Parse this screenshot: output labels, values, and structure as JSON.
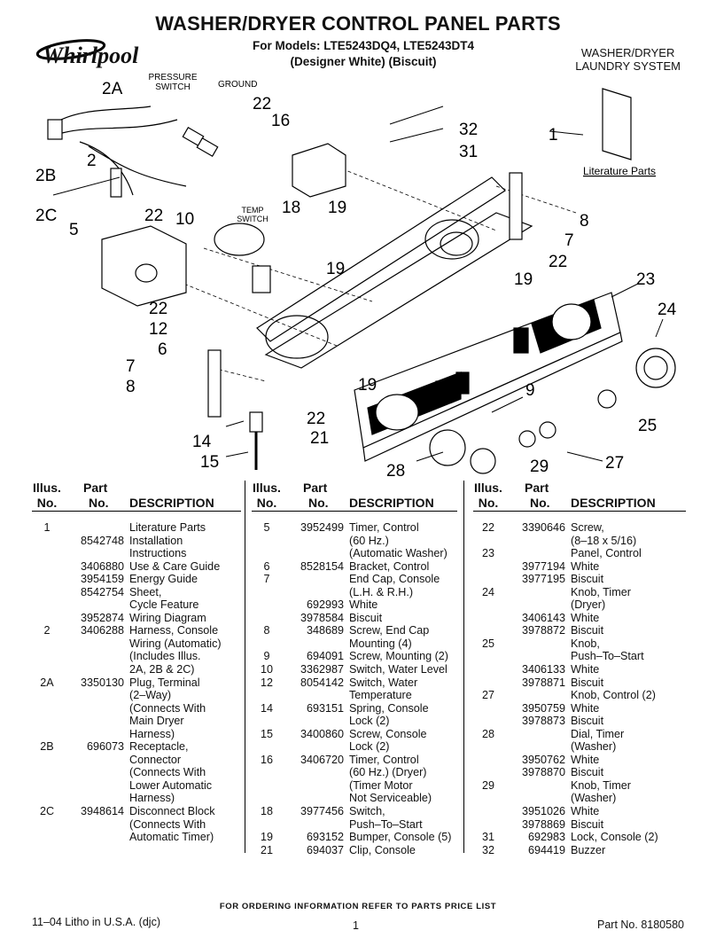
{
  "header": {
    "brand": "Whirlpool",
    "title": "WASHER/DRYER CONTROL PANEL PARTS",
    "models_line": "For Models: LTE5243DQ4, LTE5243DT4",
    "colors_line": "(Designer White)  (Biscuit)",
    "system_line1": "WASHER/DRYER",
    "system_line2": "LAUNDRY SYSTEM"
  },
  "diagram": {
    "labels": {
      "pressure_switch_1": "PRESSURE",
      "pressure_switch_2": "SWITCH",
      "ground": "GROUND",
      "temp_switch_1": "TEMP",
      "temp_switch_2": "SWITCH",
      "literature_parts": "Literature Parts"
    },
    "callouts": [
      "2A",
      "2",
      "2B",
      "2C",
      "5",
      "22",
      "10",
      "16",
      "22",
      "32",
      "31",
      "1",
      "18",
      "19",
      "8",
      "7",
      "22",
      "19",
      "19",
      "23",
      "24",
      "22",
      "12",
      "6",
      "7",
      "8",
      "19",
      "9",
      "22",
      "21",
      "25",
      "14",
      "15",
      "27",
      "28",
      "29"
    ]
  },
  "table": {
    "headers": {
      "illus1": "Illus.",
      "illus2": "No.",
      "part1": "Part",
      "part2": "No.",
      "desc": "DESCRIPTION"
    },
    "columns": [
      [
        {
          "illus": "1",
          "part": "",
          "desc": "Literature Parts"
        },
        {
          "illus": "",
          "part": "8542748",
          "desc": "Installation"
        },
        {
          "illus": "",
          "part": "",
          "desc": "Instructions"
        },
        {
          "illus": "",
          "part": "3406880",
          "desc": "Use & Care Guide"
        },
        {
          "illus": "",
          "part": "3954159",
          "desc": "Energy Guide"
        },
        {
          "illus": "",
          "part": "8542754",
          "desc": "Sheet,"
        },
        {
          "illus": "",
          "part": "",
          "desc": "Cycle Feature"
        },
        {
          "illus": "",
          "part": "3952874",
          "desc": "Wiring Diagram"
        },
        {
          "illus": "2",
          "part": "3406288",
          "desc": "Harness, Console"
        },
        {
          "illus": "",
          "part": "",
          "desc": "Wiring (Automatic)"
        },
        {
          "illus": "",
          "part": "",
          "desc": "(Includes Illus."
        },
        {
          "illus": "",
          "part": "",
          "desc": "2A, 2B & 2C)"
        },
        {
          "illus": "2A",
          "part": "3350130",
          "desc": "Plug, Terminal"
        },
        {
          "illus": "",
          "part": "",
          "desc": "(2–Way)"
        },
        {
          "illus": "",
          "part": "",
          "desc": "(Connects With"
        },
        {
          "illus": "",
          "part": "",
          "desc": "Main Dryer"
        },
        {
          "illus": "",
          "part": "",
          "desc": "Harness)"
        },
        {
          "illus": "2B",
          "part": "696073",
          "desc": "Receptacle,"
        },
        {
          "illus": "",
          "part": "",
          "desc": "Connector"
        },
        {
          "illus": "",
          "part": "",
          "desc": "(Connects With"
        },
        {
          "illus": "",
          "part": "",
          "desc": "Lower Automatic"
        },
        {
          "illus": "",
          "part": "",
          "desc": "Harness)"
        },
        {
          "illus": "2C",
          "part": "3948614",
          "desc": "Disconnect Block"
        },
        {
          "illus": "",
          "part": "",
          "desc": "(Connects With"
        },
        {
          "illus": "",
          "part": "",
          "desc": "Automatic Timer)"
        }
      ],
      [
        {
          "illus": "5",
          "part": "3952499",
          "desc": "Timer, Control"
        },
        {
          "illus": "",
          "part": "",
          "desc": "(60 Hz.)"
        },
        {
          "illus": "",
          "part": "",
          "desc": "(Automatic Washer)"
        },
        {
          "illus": "6",
          "part": "8528154",
          "desc": "Bracket, Control"
        },
        {
          "illus": "7",
          "part": "",
          "desc": "End Cap, Console"
        },
        {
          "illus": "",
          "part": "",
          "desc": "(L.H. & R.H.)"
        },
        {
          "illus": "",
          "part": "692993",
          "desc": "White"
        },
        {
          "illus": "",
          "part": "3978584",
          "desc": "Biscuit"
        },
        {
          "illus": "8",
          "part": "348689",
          "desc": "Screw, End Cap"
        },
        {
          "illus": "",
          "part": "",
          "desc": "Mounting (4)"
        },
        {
          "illus": "9",
          "part": "694091",
          "desc": "Screw, Mounting (2)"
        },
        {
          "illus": "10",
          "part": "3362987",
          "desc": "Switch, Water Level"
        },
        {
          "illus": "12",
          "part": "8054142",
          "desc": "Switch, Water"
        },
        {
          "illus": "",
          "part": "",
          "desc": "Temperature"
        },
        {
          "illus": "14",
          "part": "693151",
          "desc": "Spring, Console"
        },
        {
          "illus": "",
          "part": "",
          "desc": "Lock (2)"
        },
        {
          "illus": "15",
          "part": "3400860",
          "desc": "Screw, Console"
        },
        {
          "illus": "",
          "part": "",
          "desc": "Lock (2)"
        },
        {
          "illus": "16",
          "part": "3406720",
          "desc": "Timer, Control"
        },
        {
          "illus": "",
          "part": "",
          "desc": "(60 Hz.) (Dryer)"
        },
        {
          "illus": "",
          "part": "",
          "desc": "(Timer Motor"
        },
        {
          "illus": "",
          "part": "",
          "desc": "Not Serviceable)"
        },
        {
          "illus": "18",
          "part": "3977456",
          "desc": "Switch,"
        },
        {
          "illus": "",
          "part": "",
          "desc": "Push–To–Start"
        },
        {
          "illus": "19",
          "part": "693152",
          "desc": "Bumper, Console (5)"
        },
        {
          "illus": "21",
          "part": "694037",
          "desc": "Clip, Console"
        }
      ],
      [
        {
          "illus": "22",
          "part": "3390646",
          "desc": "Screw,"
        },
        {
          "illus": "",
          "part": "",
          "desc": "(8–18 x 5/16)"
        },
        {
          "illus": "23",
          "part": "",
          "desc": "Panel, Control"
        },
        {
          "illus": "",
          "part": "3977194",
          "desc": "White"
        },
        {
          "illus": "",
          "part": "3977195",
          "desc": "Biscuit"
        },
        {
          "illus": "24",
          "part": "",
          "desc": "Knob, Timer"
        },
        {
          "illus": "",
          "part": "",
          "desc": "(Dryer)"
        },
        {
          "illus": "",
          "part": "3406143",
          "desc": "White"
        },
        {
          "illus": "",
          "part": "3978872",
          "desc": "Biscuit"
        },
        {
          "illus": "25",
          "part": "",
          "desc": "Knob,"
        },
        {
          "illus": "",
          "part": "",
          "desc": "Push–To–Start"
        },
        {
          "illus": "",
          "part": "3406133",
          "desc": "White"
        },
        {
          "illus": "",
          "part": "3978871",
          "desc": "Biscuit"
        },
        {
          "illus": "27",
          "part": "",
          "desc": "Knob, Control (2)"
        },
        {
          "illus": "",
          "part": "3950759",
          "desc": "White"
        },
        {
          "illus": "",
          "part": "3978873",
          "desc": "Biscuit"
        },
        {
          "illus": "28",
          "part": "",
          "desc": "Dial, Timer"
        },
        {
          "illus": "",
          "part": "",
          "desc": "(Washer)"
        },
        {
          "illus": "",
          "part": "3950762",
          "desc": "White"
        },
        {
          "illus": "",
          "part": "3978870",
          "desc": "Biscuit"
        },
        {
          "illus": "29",
          "part": "",
          "desc": "Knob, Timer"
        },
        {
          "illus": "",
          "part": "",
          "desc": "(Washer)"
        },
        {
          "illus": "",
          "part": "3951026",
          "desc": "White"
        },
        {
          "illus": "",
          "part": "3978869",
          "desc": "Biscuit"
        },
        {
          "illus": "31",
          "part": "692983",
          "desc": "Lock, Console (2)"
        },
        {
          "illus": "32",
          "part": "694419",
          "desc": "Buzzer"
        }
      ]
    ]
  },
  "footer": {
    "order_note": "FOR ORDERING INFORMATION REFER TO PARTS PRICE LIST",
    "litho": "11–04 Litho in U.S.A. (djc)",
    "page": "1",
    "part_no": "Part No. 8180580"
  }
}
